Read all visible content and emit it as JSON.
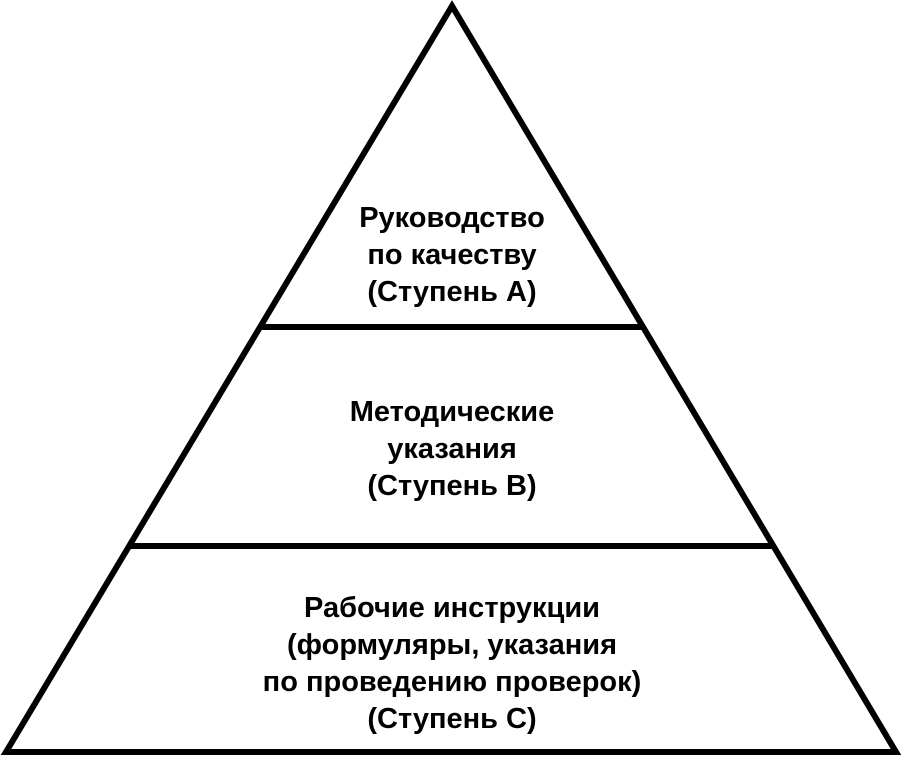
{
  "colors": {
    "stroke": "#000000",
    "fill": "#ffffff",
    "text": "#000000"
  },
  "tiers": [
    {
      "lines": [
        "Руководство",
        "по качеству",
        "(Ступень А)"
      ]
    },
    {
      "lines": [
        "Методические",
        "указания",
        "(Ступень В)"
      ]
    },
    {
      "lines": [
        "Рабочие инструкции",
        "(формуляры, указания",
        "по проведению проверок)",
        "(Ступень С)"
      ]
    }
  ]
}
